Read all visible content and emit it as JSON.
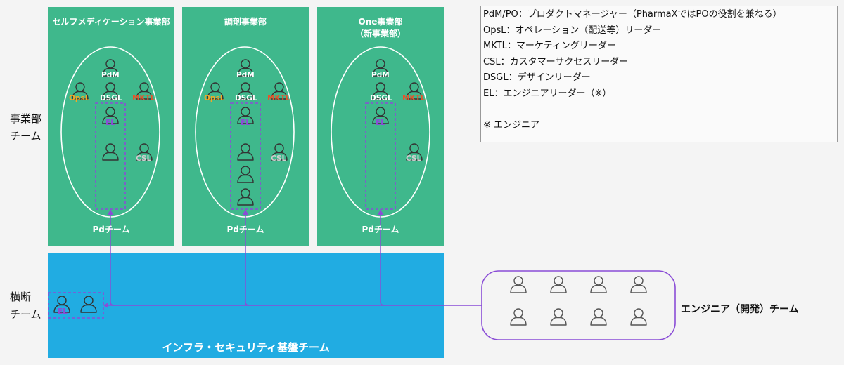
{
  "side_labels": {
    "division_team": [
      "事業部",
      "チーム"
    ],
    "cross_team": [
      "横断",
      "チーム"
    ]
  },
  "divisions": [
    {
      "title_lines": [
        "セルフメディケーション事業部"
      ],
      "team_label": "Pdチーム",
      "roles": {
        "pdm": "PdM",
        "opsl": "OpsL",
        "dsgl": "DSGL",
        "mktl": "MKTL",
        "el": "EL",
        "csl": "CSL"
      }
    },
    {
      "title_lines": [
        "調剤事業部"
      ],
      "team_label": "Pdチーム",
      "roles": {
        "pdm": "PdM",
        "opsl": "OpsL",
        "dsgl": "DSGL",
        "mktl": "MKTL",
        "el": "EL",
        "csl": "CSL"
      }
    },
    {
      "title_lines": [
        "One事業部",
        "（新事業部）"
      ],
      "team_label": "Pdチーム",
      "roles": {
        "pdm": "PdM",
        "dsgl": "DSGL",
        "mktl": "MKTL",
        "el": "EL",
        "csl": "CSL"
      }
    }
  ],
  "infra": {
    "title": "インフラ・セキュリティ基盤チーム",
    "el_label": "EL"
  },
  "engineering_team": {
    "label": "エンジニア（開発）チーム"
  },
  "legend": {
    "lines": [
      "PdM/PO：プロダクトマネージャー（PharmaXではPOの役割を兼ねる）",
      "OpsL：オペレーション（配送等）リーダー",
      "MKTL：マーケティングリーダー",
      "CSL：カスタマーサクセスリーダー",
      "DSGL：デザインリーダー",
      "EL：エンジニアリーダー（※）",
      "",
      "※ エンジニア"
    ]
  },
  "colors": {
    "division_green": "#3fb88c",
    "infra_blue": "#21ace2",
    "connector_purple": "#8a4dd6",
    "opsl_orange": "#f5a623",
    "mktl_red": "#e8532a"
  }
}
